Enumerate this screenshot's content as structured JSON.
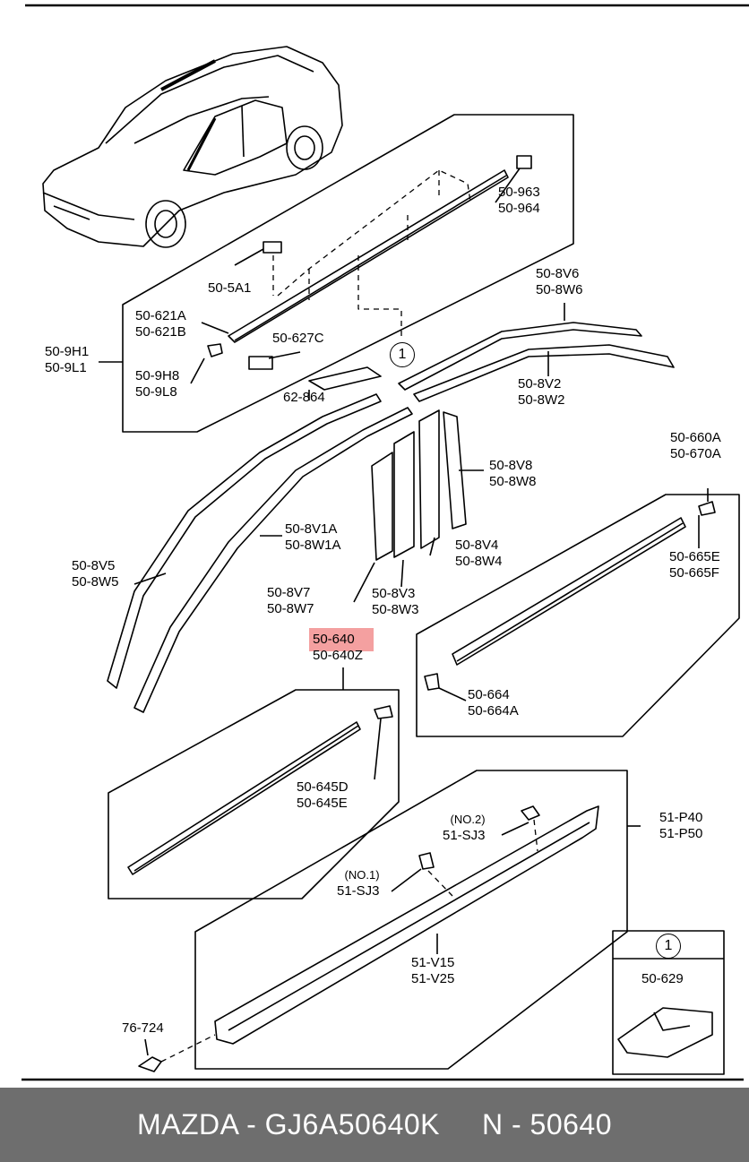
{
  "callouts": {
    "p50_963": [
      "50-963",
      "50-964"
    ],
    "p50_5a1": [
      "50-5A1"
    ],
    "p50_621a": [
      "50-621A",
      "50-621B"
    ],
    "p50_9h1": [
      "50-9H1",
      "50-9L1"
    ],
    "p50_9h8": [
      "50-9H8",
      "50-9L8"
    ],
    "p50_627c": [
      "50-627C"
    ],
    "p62_864": [
      "62-864"
    ],
    "p50_8v6": [
      "50-8V6",
      "50-8W6"
    ],
    "p50_8v2": [
      "50-8V2",
      "50-8W2"
    ],
    "p50_8v8": [
      "50-8V8",
      "50-8W8"
    ],
    "p50_8v1a": [
      "50-8V1A",
      "50-8W1A"
    ],
    "p50_8v5": [
      "50-8V5",
      "50-8W5"
    ],
    "p50_8v4": [
      "50-8V4",
      "50-8W4"
    ],
    "p50_8v7": [
      "50-8V7",
      "50-8W7"
    ],
    "p50_8v3": [
      "50-8V3",
      "50-8W3"
    ],
    "p50_660a": [
      "50-660A",
      "50-670A"
    ],
    "p50_665e": [
      "50-665E",
      "50-665F"
    ],
    "p50_640": [
      "50-640",
      "50-640Z"
    ],
    "p50_664": [
      "50-664",
      "50-664A"
    ],
    "p50_645d": [
      "50-645D",
      "50-645E"
    ],
    "p51_p40": [
      "51-P40",
      "51-P50"
    ],
    "p51_sj3_no2": [
      "(NO.2)",
      "51-SJ3"
    ],
    "p51_sj3_no1": [
      "(NO.1)",
      "51-SJ3"
    ],
    "p51_v15": [
      "51-V15",
      "51-V25"
    ],
    "p76_724": [
      "76-724"
    ],
    "p50_629": [
      "50-629"
    ]
  },
  "circle_ref": "1",
  "footer": {
    "brand": "MAZDA - GJ6A50640K",
    "number": "N - 50640"
  }
}
